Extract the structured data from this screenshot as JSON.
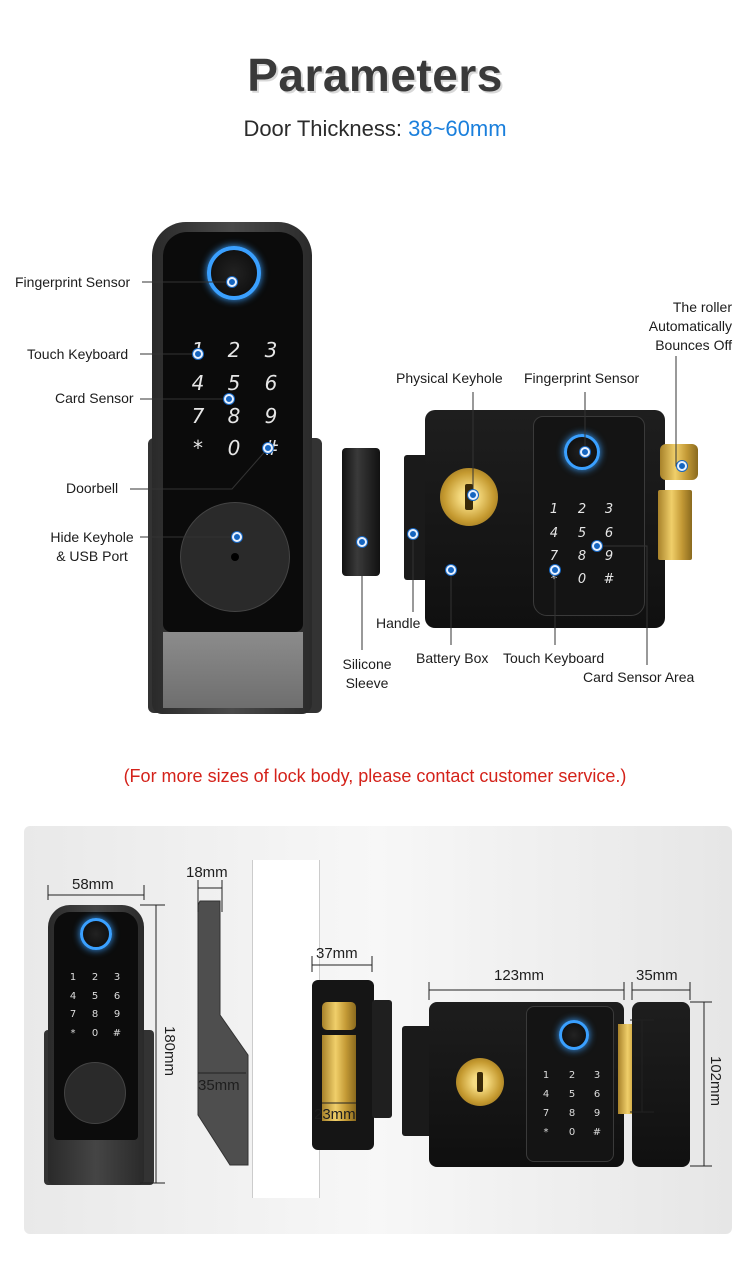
{
  "header": {
    "title": "Parameters",
    "subtitle_label": "Door Thickness:",
    "subtitle_value": "38~60mm"
  },
  "callouts": {
    "fingerprint_sensor_left": "Fingerprint Sensor",
    "touch_keyboard_left": "Touch Keyboard",
    "card_sensor": "Card Sensor",
    "doorbell": "Doorbell",
    "hide_keyhole_line1": "Hide Keyhole",
    "hide_keyhole_line2": "& USB Port",
    "physical_keyhole": "Physical Keyhole",
    "fingerprint_sensor_right": "Fingerprint Sensor",
    "roller_line1": "The roller",
    "roller_line2": "Automatically",
    "roller_line3": "Bounces Off",
    "handle": "Handle",
    "silicone_line1": "Silicone",
    "silicone_line2": "Sleeve",
    "battery_box": "Battery Box",
    "touch_keyboard_right": "Touch Keyboard",
    "card_sensor_area": "Card Sensor Area"
  },
  "keypad": [
    "1",
    "2",
    "3",
    "4",
    "5",
    "6",
    "7",
    "8",
    "9",
    "*",
    "0",
    "#"
  ],
  "notice": "(For more sizes of lock body, please contact customer service.)",
  "dimensions": {
    "front_width": "58mm",
    "front_height": "180mm",
    "handle_thickness": "18mm",
    "handle_depth": "35mm",
    "body_depth": "37mm",
    "bolt_width": "23mm",
    "body_width": "123mm",
    "strike_width": "35mm",
    "body_height": "102mm"
  },
  "colors": {
    "accent_blue": "#1a7fdc",
    "notice_red": "#d4221a",
    "callout_dot": "#1565c0"
  }
}
